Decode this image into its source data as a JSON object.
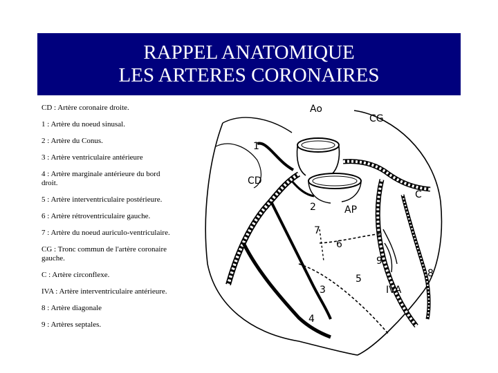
{
  "header": {
    "title_line1": "RAPPEL ANATOMIQUE",
    "title_line2": "LES ARTERES CORONAIRES"
  },
  "legend": [
    "CD : Artère coronaire droite.",
    "1 : Artère du noeud sinusal.",
    "2 : Artère du Conus.",
    "3 : Artère ventriculaire antérieure",
    "4 : Artère marginale antérieure du bord droit.",
    "5 : Artère interventriculaire postérieure.",
    "6 : Artère rétroventriculaire gauche.",
    "7 : Artère du noeud auriculo-ventriculaire.",
    "CG : Tronc commun de l'artère coronaire gauche.",
    "C : Artère circonflexe.",
    "IVA : Artère interventriculaire antérieure.",
    "8 : Artère diagonale",
    "9 : Artères septales."
  ],
  "diagram": {
    "labels": {
      "ao": "Ao",
      "cg": "CG",
      "n1": "1",
      "cd": "CD",
      "n2": "2",
      "ap": "AP",
      "c": "C",
      "n7": "7",
      "n6": "6",
      "n9": "9",
      "n8": "8",
      "n5": "5",
      "n3": "3",
      "iva": "IVA",
      "n4": "4"
    }
  }
}
